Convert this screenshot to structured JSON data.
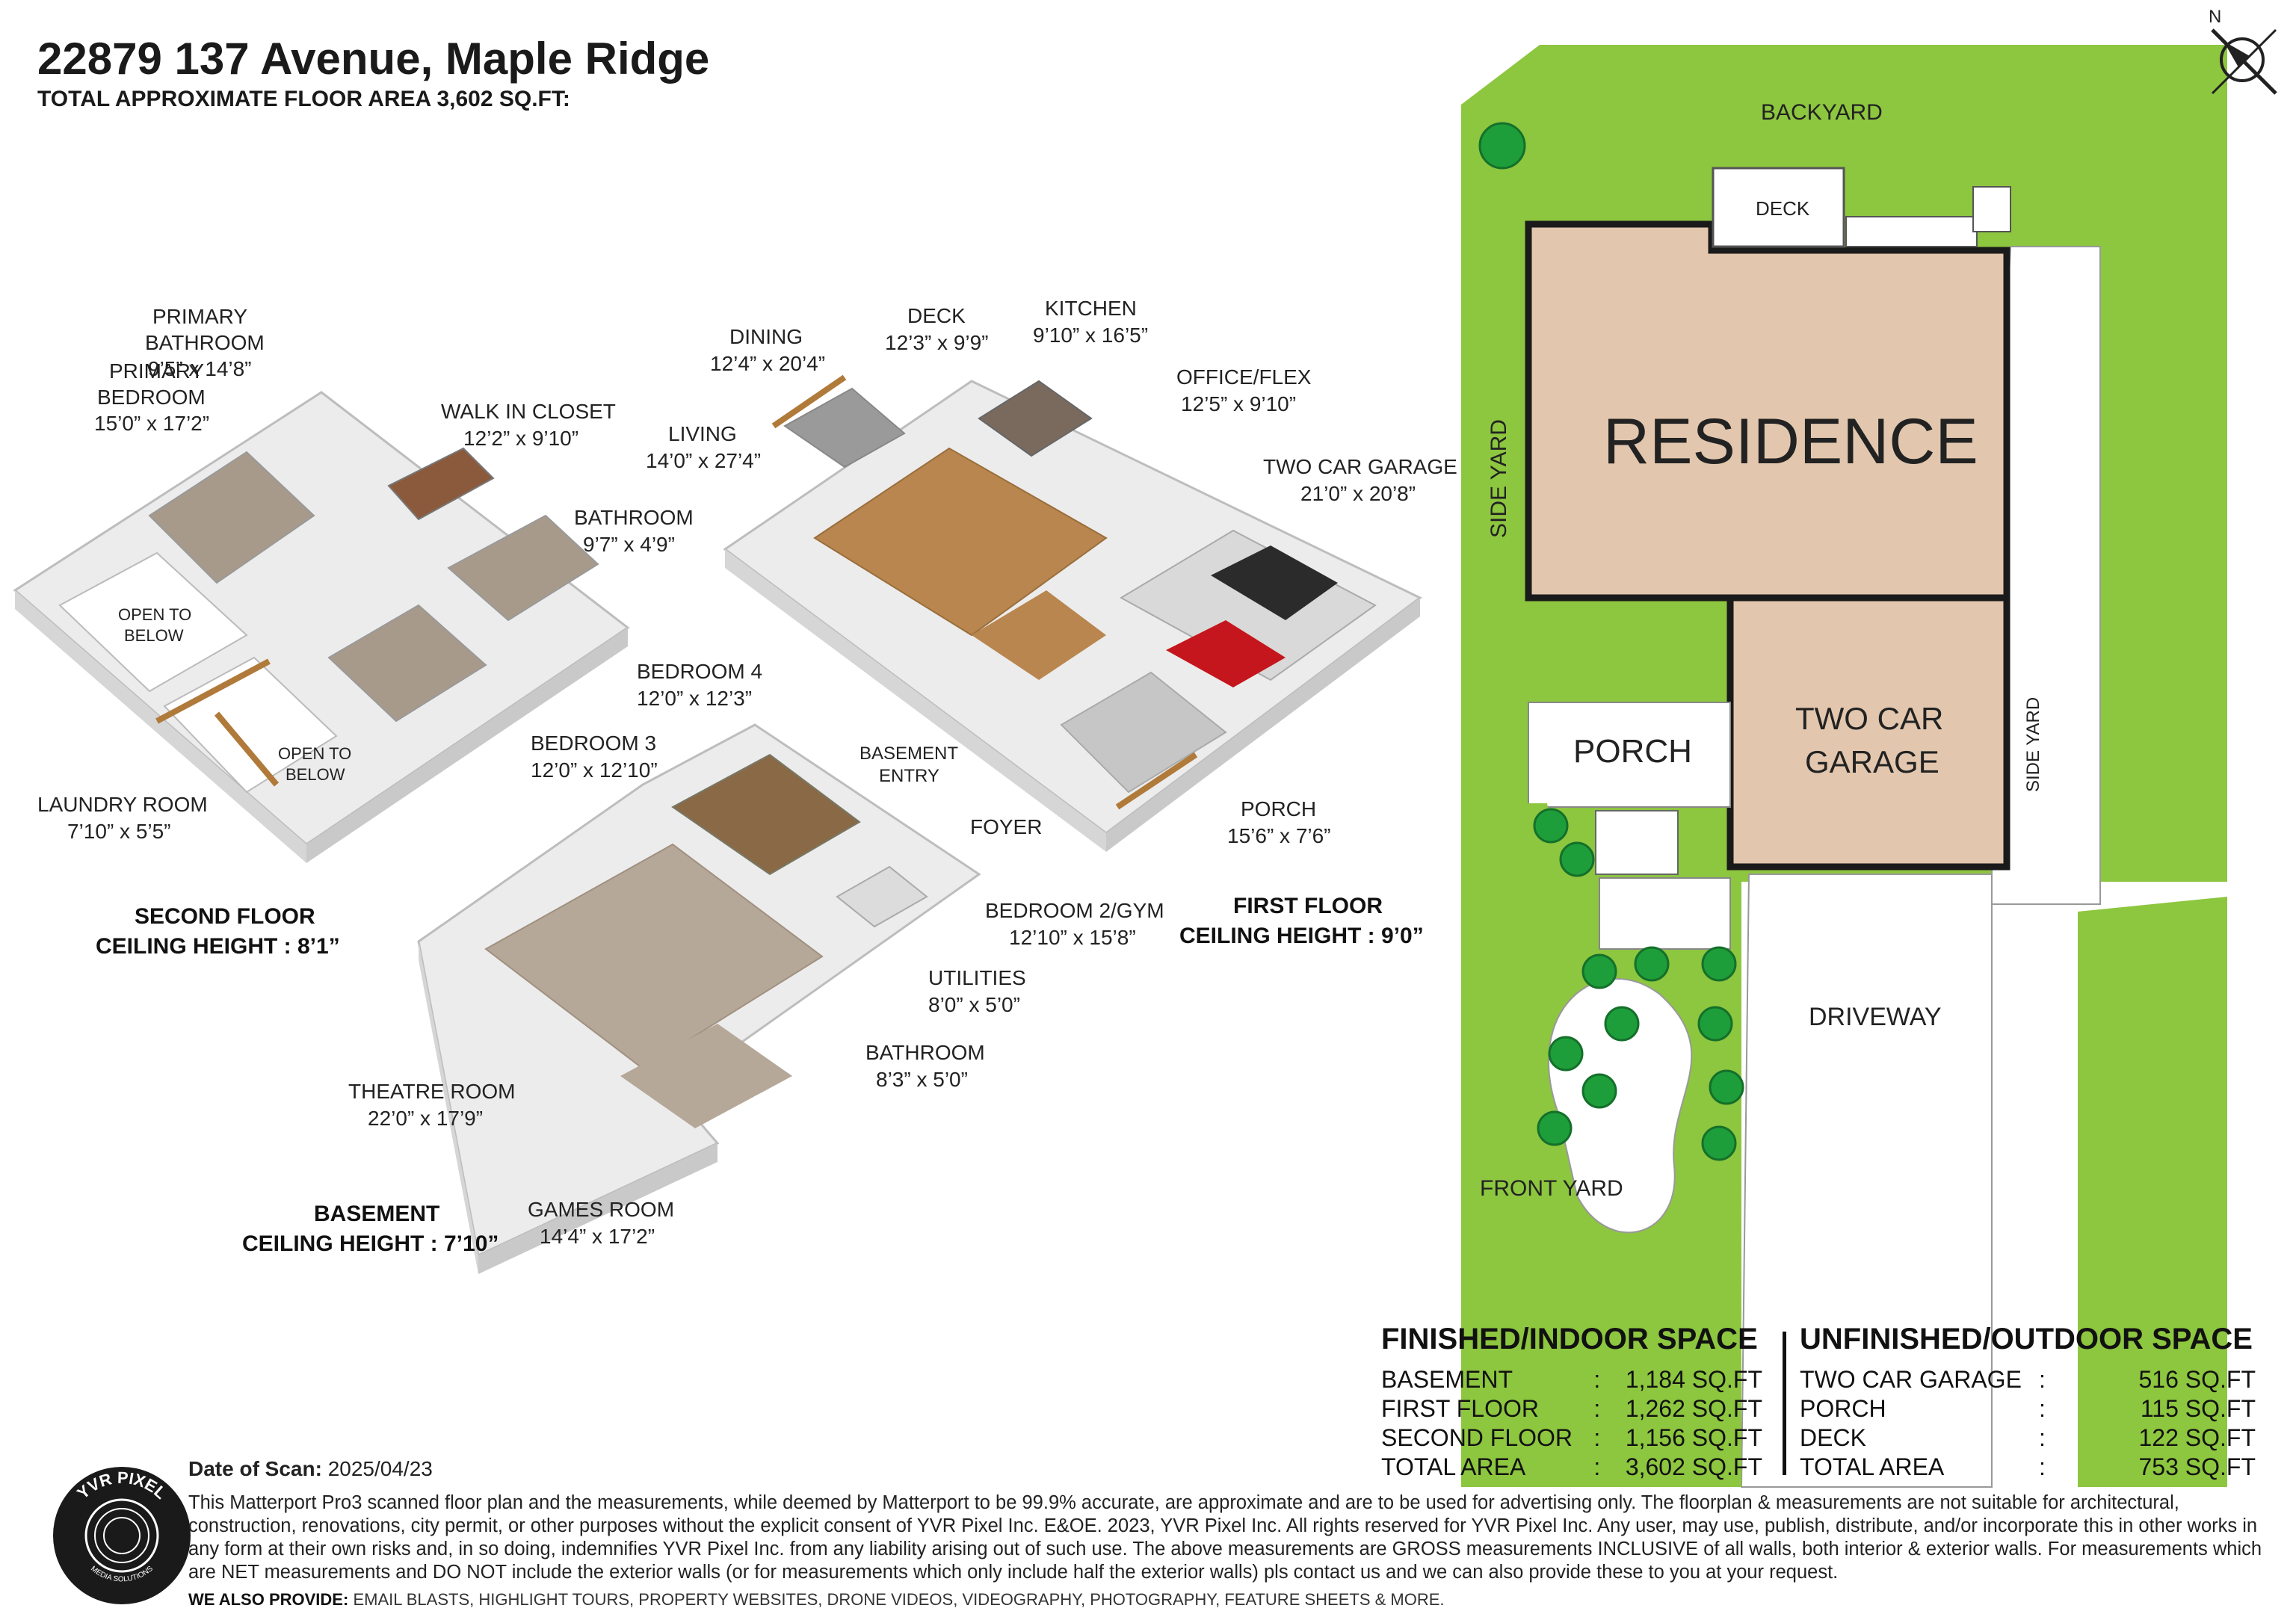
{
  "header": {
    "address": "22879 137 Avenue, Maple Ridge",
    "floor_area": "TOTAL APPROXIMATE FLOOR AREA 3,602 SQ.FT:"
  },
  "compass": {
    "label": "N"
  },
  "second_floor": {
    "title": "SECOND FLOOR",
    "ceiling": "CEILING HEIGHT  : 8’1”",
    "rooms": [
      {
        "name": "PRIMARY",
        "name2": "BATHROOM",
        "dims": "9’5” x 14’8”"
      },
      {
        "name": "PRIMARY",
        "name2": "BEDROOM",
        "dims": "15’0” x 17’2”"
      },
      {
        "name": "WALK IN CLOSET",
        "dims": "12’2” x 9’10”"
      },
      {
        "name": "BATHROOM",
        "dims": "9’7” x 4’9”"
      },
      {
        "name": "BEDROOM 4",
        "dims": "12’0” x 12’3”"
      },
      {
        "name": "BEDROOM 3",
        "dims": "12’0” x 12’10”"
      },
      {
        "name": "LAUNDRY ROOM",
        "dims": "7’10” x 5’5”"
      }
    ],
    "open1a": "OPEN TO",
    "open1b": "BELOW",
    "open2a": "OPEN TO",
    "open2b": "BELOW"
  },
  "first_floor": {
    "title": "FIRST FLOOR",
    "ceiling": "CEILING HEIGHT  : 9’0”",
    "rooms": [
      {
        "name": "DINING",
        "dims": "12’4” x 20’4”"
      },
      {
        "name": "DECK",
        "dims": "12’3” x 9’9”"
      },
      {
        "name": "KITCHEN",
        "dims": "9’10” x 16’5”"
      },
      {
        "name": "LIVING",
        "dims": "14’0” x 27’4”"
      },
      {
        "name": "OFFICE/FLEX",
        "dims": "12’5” x 9’10”"
      },
      {
        "name": "TWO CAR GARAGE",
        "dims": "21’0” x 20’8”"
      },
      {
        "name": "FOYER"
      },
      {
        "name": "PORCH",
        "dims": "15’6” x 7’6”"
      }
    ]
  },
  "basement": {
    "title": "BASEMENT",
    "ceiling": "CEILING HEIGHT  : 7’10”",
    "rooms": [
      {
        "name": "BASEMENT",
        "name2": "ENTRY"
      },
      {
        "name": "BEDROOM 2/GYM",
        "dims": "12’10” x 15’8”"
      },
      {
        "name": "UTILITIES",
        "dims": "8’0” x 5’0”"
      },
      {
        "name": "BATHROOM",
        "dims": "8’3” x 5’0”"
      },
      {
        "name": "THEATRE ROOM",
        "dims": "22’0” x 17’9”"
      },
      {
        "name": "GAMES ROOM",
        "dims": "14’4” x 17’2”"
      }
    ]
  },
  "site_plan": {
    "backyard": "BACKYARD",
    "deck": "DECK",
    "residence": "RESIDENCE",
    "side_yard_left": "SIDE YARD",
    "side_yard_right": "SIDE YARD",
    "porch": "PORCH",
    "garage1": "TWO CAR",
    "garage2": "GARAGE",
    "driveway": "DRIVEWAY",
    "front_yard": "FRONT YARD",
    "colors": {
      "grass": "#8dc63f",
      "residence": "#e2c7ae",
      "wall": "#1a1a1a",
      "tree": "#1e9e3a"
    }
  },
  "finished": {
    "heading": "FINISHED/INDOOR SPACE",
    "rows": [
      {
        "label": "BASEMENT",
        "sep": ":",
        "value": "1,184 SQ.FT"
      },
      {
        "label": "FIRST FLOOR",
        "sep": ":",
        "value": "1,262 SQ.FT"
      },
      {
        "label": "SECOND FLOOR",
        "sep": ":",
        "value": "1,156 SQ.FT"
      },
      {
        "label": "TOTAL AREA",
        "sep": ":",
        "value": "3,602 SQ.FT"
      }
    ]
  },
  "unfinished": {
    "heading": "UNFINISHED/OUTDOOR SPACE",
    "rows": [
      {
        "label": "TWO CAR GARAGE",
        "sep": ":",
        "value": "516 SQ.FT"
      },
      {
        "label": "PORCH",
        "sep": ":",
        "value": "115 SQ.FT"
      },
      {
        "label": "DECK",
        "sep": ":",
        "value": "122 SQ.FT"
      },
      {
        "label": "TOTAL AREA",
        "sep": ":",
        "value": "753 SQ.FT"
      }
    ]
  },
  "footer": {
    "date_label": "Date of Scan:",
    "date_value": "2025/04/23",
    "disclaimer": "This Matterport Pro3 scanned floor plan and the measurements, while deemed by Matterport to be 99.9% accurate, are approximate and are to be used for advertising only. The floorplan & measurements are not suitable for architectural, construction, renovations, city permit, or other purposes without the explicit consent of YVR Pixel Inc. E&OE. 2023, YVR Pixel Inc. All rights reserved for YVR Pixel Inc. Any user, may use, publish, distribute, and/or incorporate this in other works in any form at their own risks and, in so doing, indemnifies YVR Pixel Inc. from any liability arising out of such use. The above measurements are GROSS measurements INCLUSIVE of all walls, both interior & exterior walls. For measurements which are NET measurements and DO NOT include the exterior walls (or for measurements which only include half the exterior walls) pls contact us and we can also provide these to you at your request.",
    "provide_label": "WE ALSO PROVIDE:",
    "provide_text": "EMAIL BLASTS, HIGHLIGHT TOURS, PROPERTY WEBSITES, DRONE VIDEOS, VIDEOGRAPHY, PHOTOGRAPHY, FEATURE SHEETS & MORE."
  },
  "logo": {
    "text": "YVR PIXEL",
    "tagline": "MEDIA SOLUTIONS"
  }
}
